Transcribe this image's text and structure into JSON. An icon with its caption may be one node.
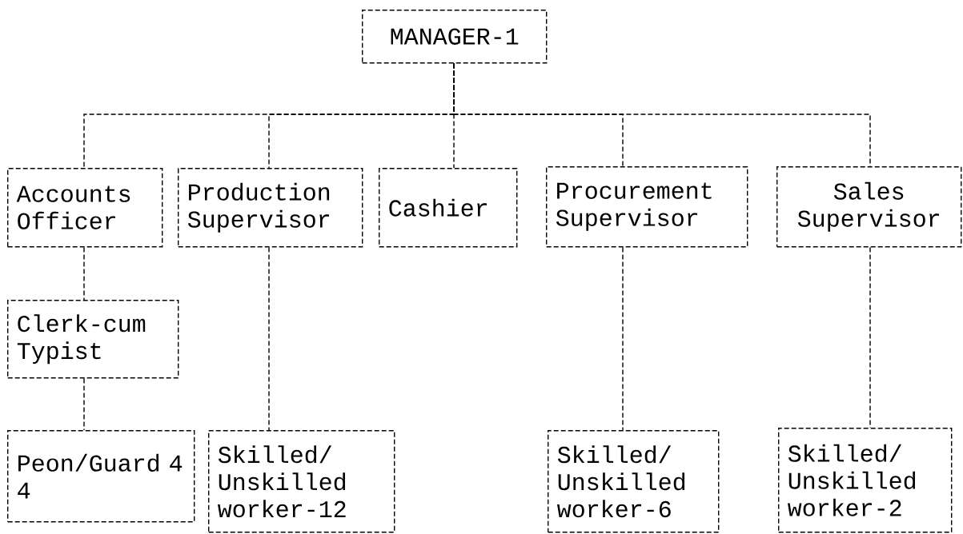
{
  "diagram": {
    "nodes": [
      {
        "text": [
          "MANAGER-1"
        ]
      },
      {
        "text": [
          "Accounts Officer"
        ]
      },
      {
        "text": [
          "Production Supervisor"
        ]
      },
      {
        "text": [
          "Cashier"
        ]
      },
      {
        "text": [
          "Procurement Supervisor"
        ]
      },
      {
        "text": [
          "Sales Supervisor"
        ]
      },
      {
        "text": [
          "Clerk-cum Typist"
        ]
      },
      {
        "text": [
          "Peon/Guard 4 4"
        ]
      },
      {
        "text": [
          "Skilled/ Unskilled worker-12"
        ]
      },
      {
        "text": [
          "Skilled/ Unskilled worker-6"
        ]
      },
      {
        "text": [
          "Skilled/ Unskilled worker-2"
        ]
      }
    ],
    "edges": [
      {
        "from": 0,
        "to": 1,
        "arrow": "none"
      },
      {
        "from": 0,
        "to": 2,
        "arrow": "none"
      },
      {
        "from": 0,
        "to": 3,
        "arrow": "none"
      },
      {
        "from": 0,
        "to": 4,
        "arrow": "none"
      },
      {
        "from": 0,
        "to": 5,
        "arrow": "none"
      },
      {
        "from": 1,
        "to": 6,
        "arrow": "none"
      },
      {
        "from": 6,
        "to": 7,
        "arrow": "none"
      },
      {
        "from": 2,
        "to": 8,
        "arrow": "none"
      },
      {
        "from": 4,
        "to": 9,
        "arrow": "none"
      },
      {
        "from": 5,
        "to": 10,
        "arrow": "none"
      }
    ]
  }
}
